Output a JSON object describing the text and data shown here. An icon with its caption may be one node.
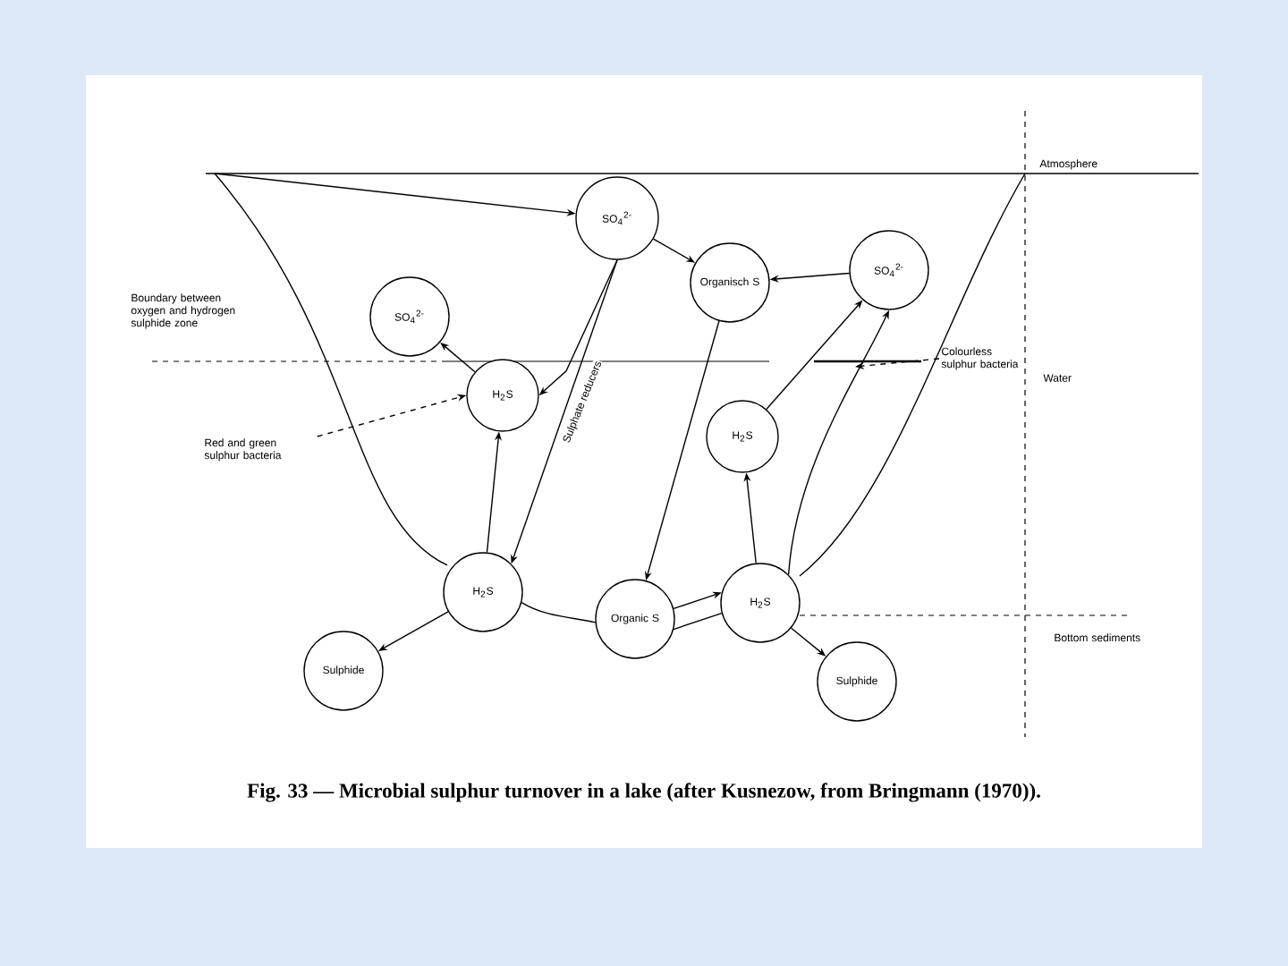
{
  "diagram": {
    "caption": "Fig. 33 — Microbial sulphur turnover in a lake (after Kusnezow, from Bringmann (1970)).",
    "nodes": [
      {
        "text": [
          "SO$_{4}$$^{2-}$"
        ]
      },
      {
        "text": [
          "Organisch S"
        ]
      },
      {
        "text": [
          "SO$_{4}$$^{2-}$"
        ]
      },
      {
        "text": [
          "SO$_{4}$$^{2-}$"
        ]
      },
      {
        "text": [
          "H$_{2}$S"
        ]
      },
      {
        "text": [
          "H$_{2}$S"
        ]
      },
      {
        "text": [
          "H$_{2}$S"
        ]
      },
      {
        "text": [
          "Organic S"
        ]
      },
      {
        "text": [
          "H$_{2}$S"
        ]
      },
      {
        "text": [
          "Sulphide"
        ]
      },
      {
        "text": [
          "Sulphide"
        ]
      },
      {
        "text": [
          "Red and green sulphur bacteria"
        ]
      },
      {
        "text": [
          "Colourless sulphur bacteria"
        ]
      }
    ],
    "edges": [
      {
        "from": null,
        "to": 0,
        "arrow": "to"
      },
      {
        "from": 0,
        "to": 1,
        "arrow": "to"
      },
      {
        "from": 2,
        "to": 1,
        "arrow": "to"
      },
      {
        "from": 4,
        "to": 3,
        "arrow": "to"
      },
      {
        "from": 0,
        "to": 6,
        "arrow": "to",
        "label": "Sulphate reducers"
      },
      {
        "from": 0,
        "to": 4,
        "arrow": "to"
      },
      {
        "from": 6,
        "to": 4,
        "arrow": "to"
      },
      {
        "from": 1,
        "to": 7,
        "arrow": "to"
      },
      {
        "from": 5,
        "to": 2,
        "arrow": "to"
      },
      {
        "from": 8,
        "to": 2,
        "arrow": "to"
      },
      {
        "from": 8,
        "to": 5,
        "arrow": "to"
      },
      {
        "from": 7,
        "to": 8,
        "arrow": "to"
      },
      {
        "from": 7,
        "to": 8,
        "arrow": "none"
      },
      {
        "from": 6,
        "to": 7,
        "arrow": "none"
      },
      {
        "from": 6,
        "to": 9,
        "arrow": "to"
      },
      {
        "from": 8,
        "to": 10,
        "arrow": "to"
      },
      {
        "from": 11,
        "to": 4,
        "arrow": "to",
        "style": "dashed"
      },
      {
        "from": 12,
        "to": null,
        "arrow": "to",
        "style": "dashed"
      }
    ],
    "labels": [
      "Atmosphere",
      "Boundary between oxygen and hydrogen sulphide zone",
      "Water",
      "Bottom sediments"
    ]
  }
}
